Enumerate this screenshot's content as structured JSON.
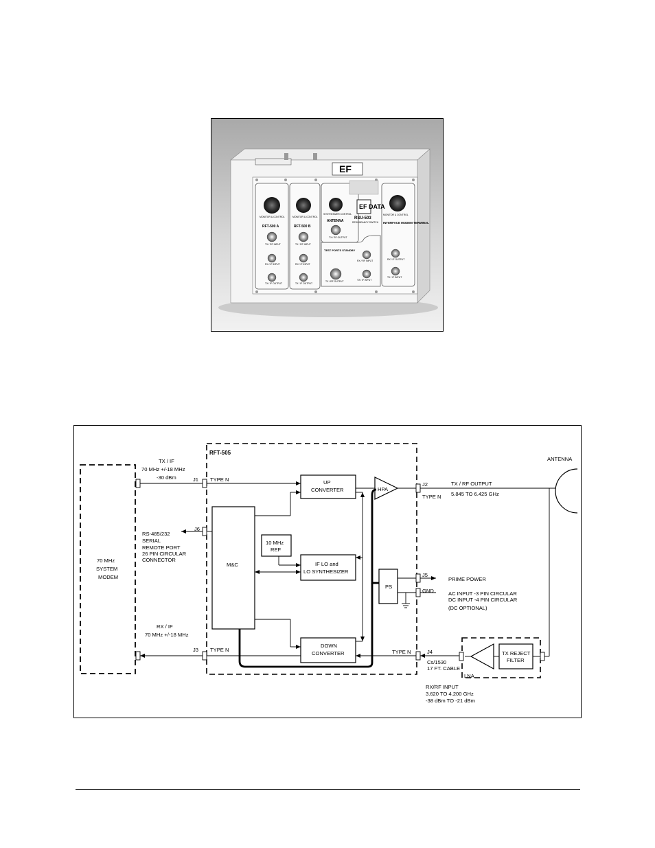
{
  "photo": {
    "brand": "EF DATA",
    "model": "RSU-503",
    "model_sub": "REDUNDANCY SWITCH",
    "panels": [
      {
        "connector": "MONITOR & CONTROL",
        "title": "RFT-500 A",
        "ports": [
          "TX / RF INPUT",
          "RX / IF INPUT",
          "TX / IF OUTPUT"
        ]
      },
      {
        "connector": "MONITOR & CONTROL",
        "title": "RFT-500 B",
        "ports": [
          "TX / RF INPUT",
          "RX / IF INPUT",
          "TX / IF OUTPUT"
        ]
      },
      {
        "connector": "SYNTHESIZER CONTROL",
        "title": "ANTENNA",
        "ports": [
          "TX / RF OUTPUT"
        ]
      },
      {
        "connector": "MONITOR & CONTROL",
        "title": "INTERFACE MODEM TERMINAL",
        "ports": [
          "RX / IF OUTPUT",
          "TX / IF INPUT"
        ]
      }
    ],
    "test_ports": "TEST PORTS STANDBY",
    "test_port_labels": [
      "RX / RF INPUT",
      "TX / RF OUTPUT",
      "TX / IF INPUT"
    ]
  },
  "diagram": {
    "rft_title": "RFT-505",
    "modem": [
      "70 MHz",
      "SYSTEM",
      "MODEM"
    ],
    "tx_if": [
      "TX / IF",
      "70 MHz +/-18 MHz",
      "-30 dBm"
    ],
    "rx_if": [
      "RX / IF",
      "70 MHz +/-18 MHz"
    ],
    "rs485": [
      "RS-485/232",
      "SERIAL",
      "REMOTE PORT",
      "26 PIN CIRCULAR",
      "CONNECTOR"
    ],
    "jacks": {
      "j1": "J1",
      "j2": "J2",
      "j3": "J3",
      "j4": "J4",
      "j5": "J5",
      "j6": "J6"
    },
    "type_n": "TYPE N",
    "blocks": {
      "up": [
        "UP",
        "CONVERTER"
      ],
      "hpa": "HPA",
      "mc": "M&C",
      "ref": [
        "10 MHz",
        "REF"
      ],
      "synth": [
        "IF LO and",
        "LO SYNTHESIZER"
      ],
      "ps": "PS",
      "down": [
        "DOWN",
        "CONVERTER"
      ],
      "lna": "LNA",
      "txreject": [
        "TX REJECT",
        "FILTER"
      ]
    },
    "antenna": "ANTENNA",
    "tx_rf_output": [
      "TX / RF OUTPUT",
      "5.845 TO 6.425 GHz"
    ],
    "prime_power": "PRIME POWER",
    "gnd": "GND",
    "power_notes": [
      "AC INPUT -3 PIN CIRCULAR",
      "DC INPUT -4 PIN CIRCULAR",
      "(DC OPTIONAL)"
    ],
    "cable": [
      "Cs/1530",
      "17 FT. CABLE"
    ],
    "rx_rf_input": [
      "RX/RF INPUT",
      "3.620 TO 4.200 GHz",
      "-38 dBm TO -21 dBm"
    ]
  }
}
